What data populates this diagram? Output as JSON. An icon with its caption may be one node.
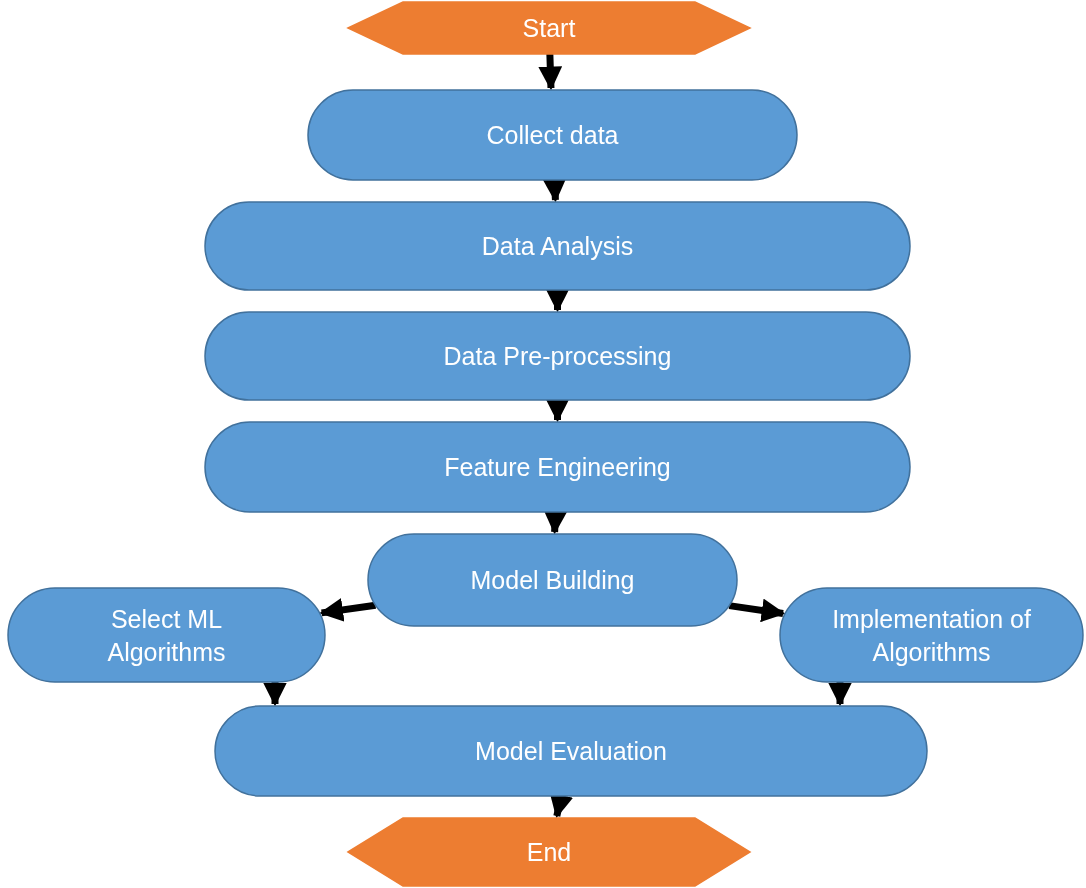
{
  "diagram": {
    "nodes": [
      {
        "text": [
          "Start"
        ]
      },
      {
        "text": [
          "Collect data"
        ]
      },
      {
        "text": [
          "Data Analysis"
        ]
      },
      {
        "text": [
          "Data Pre-processing"
        ]
      },
      {
        "text": [
          "Feature Engineering"
        ]
      },
      {
        "text": [
          "Model Building"
        ]
      },
      {
        "text": [
          "Select ML Algorithms"
        ]
      },
      {
        "text": [
          "Implementation of Algorithms"
        ]
      },
      {
        "text": [
          "Model Evaluation"
        ]
      },
      {
        "text": [
          "End"
        ]
      }
    ],
    "edges": [
      {
        "from": 0,
        "to": 1,
        "arrow": "to"
      },
      {
        "from": 1,
        "to": 2,
        "arrow": "to"
      },
      {
        "from": 2,
        "to": 3,
        "arrow": "to"
      },
      {
        "from": 3,
        "to": 4,
        "arrow": "to"
      },
      {
        "from": 4,
        "to": 5,
        "arrow": "to"
      },
      {
        "from": 5,
        "to": 6,
        "arrow": "to"
      },
      {
        "from": 5,
        "to": 7,
        "arrow": "to"
      },
      {
        "from": 6,
        "to": 8,
        "arrow": "to"
      },
      {
        "from": 7,
        "to": 8,
        "arrow": "to"
      },
      {
        "from": 8,
        "to": 9,
        "arrow": "to"
      }
    ]
  }
}
